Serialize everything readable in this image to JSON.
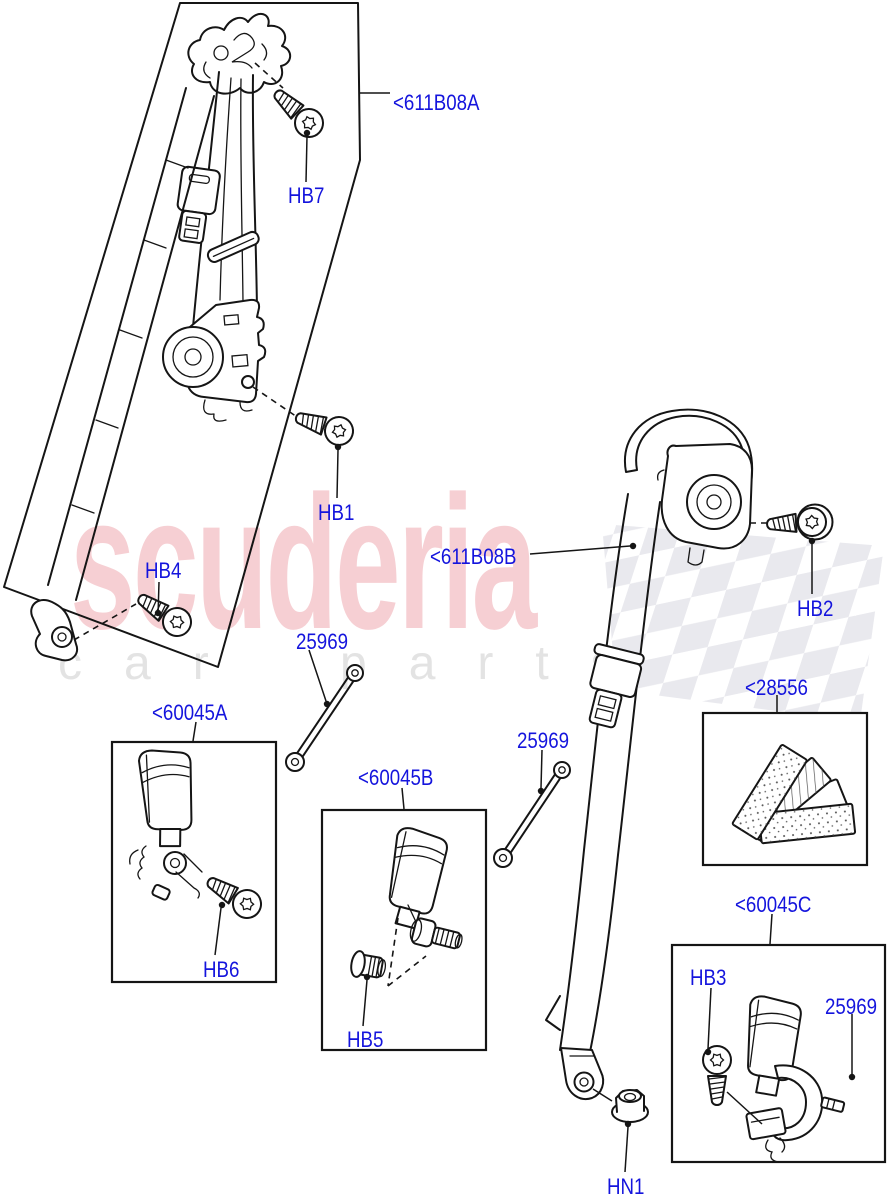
{
  "watermark": {
    "brand": "scuderia",
    "tagline": "car parts",
    "brand_color": "rgba(219,70,85,0.26)",
    "tagline_color": "#e3e3e3",
    "flag_color": "#e9e9ee"
  },
  "colors": {
    "label_blue": "#1414dd",
    "line": "#151515"
  },
  "labels": {
    "part_611b08a": "<611B08A",
    "hb7": "HB7",
    "hb1": "HB1",
    "hb4": "HB4",
    "p25969_left": "25969",
    "part_611b08b": "<611B08B",
    "hb2": "HB2",
    "p25969_mid": "25969",
    "part_28556": "<28556",
    "part_60045a": "<60045A",
    "hb6": "HB6",
    "part_60045b": "<60045B",
    "hb5": "HB5",
    "part_60045c": "<60045C",
    "hb3": "HB3",
    "p25969_right": "25969",
    "hn1": "HN1"
  }
}
